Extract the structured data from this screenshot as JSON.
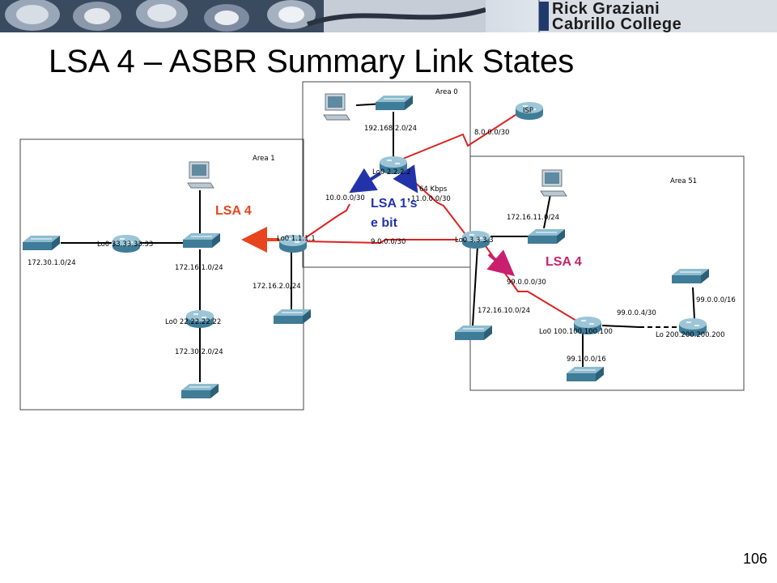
{
  "header": {
    "logo_line1": "Rick Graziani",
    "logo_line2": "Cabrillo College"
  },
  "title": "LSA 4 – ASBR Summary Link States",
  "page_number": "106",
  "areas": {
    "area0": "Area 0",
    "area1": "Area 1",
    "area51": "Area 51"
  },
  "devices": {
    "isp": "ISP"
  },
  "labels": {
    "r2_lo": "Lo0 2.2.2.2",
    "r1_lo": "Lo0 1.1.1.1",
    "r3_lo": "Lo0 3.3.3.3",
    "r33_lo": "Lo0 33.33.33.33",
    "r22_lo": "Lo0 22.22.22.22",
    "r100_lo": "Lo0 100.100.100.100",
    "r200_lo": "Lo 200.200.200.200",
    "net_192": "192.168.2.0/24",
    "net_8": "8.0.0.0/30",
    "net_10": "10.0.0.0/30",
    "bw": "64 Kbps",
    "net_11": "11.0.0.0/30",
    "net_9": "9.0.0.0/30",
    "net_17216_11": "172.16.11.0/24",
    "net_17230_1": "172.30.1.0/24",
    "net_17216_1": "172.16.1.0/24",
    "net_17216_2": "172.16.2.0/24",
    "net_17230_2": "172.30.2.0/24",
    "net_99_0_30": "99.0.0.0/30",
    "net_17216_10": "172.16.10.0/24",
    "net_99_4": "99.0.0.4/30",
    "net_99_16": "99.0.0.0/16",
    "net_991": "99.1.0.0/16"
  },
  "annotations": {
    "lsa4_left": "LSA 4",
    "lsa4_right": "LSA 4",
    "lsa1_line1": "LSA 1’s",
    "lsa1_line2": "e bit"
  },
  "colors": {
    "lsa4_left": "#e8441e",
    "lsa4_right": "#c8206e",
    "lsa1": "#2233aa",
    "wan_link": "#dd2222",
    "device": "#4f8aa6"
  }
}
